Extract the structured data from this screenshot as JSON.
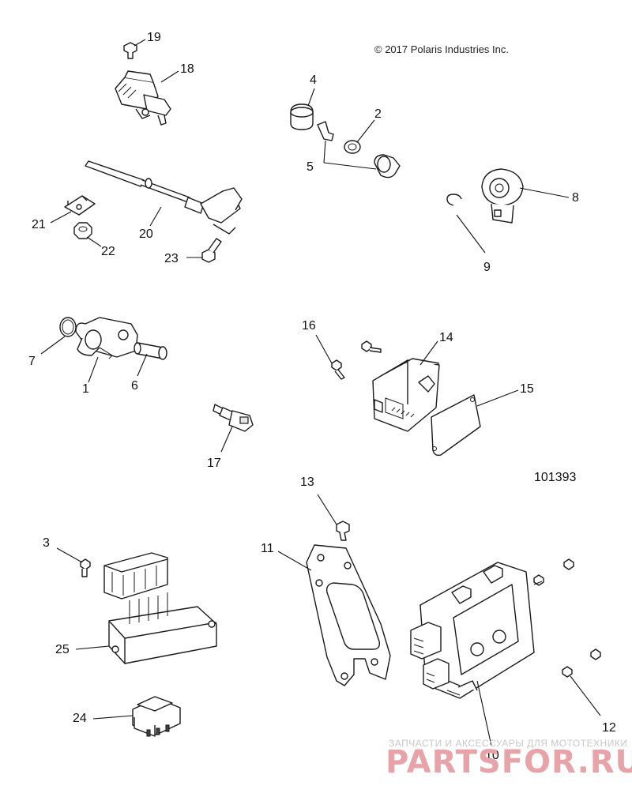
{
  "copyright": "© 2017 Polaris Industries Inc.",
  "figure_number": "101393",
  "watermark": {
    "tagline": "ЗАПЧАСТИ И АКСЕССУАРЫ ДЛЯ МОТОТЕХНИКИ",
    "logo": "PARTSFOR.RU"
  },
  "callouts": {
    "c1": "1",
    "c2": "2",
    "c3": "3",
    "c4": "4",
    "c5": "5",
    "c6": "6",
    "c7": "7",
    "c8": "8",
    "c9": "9",
    "c10": "10",
    "c11": "11",
    "c12": "12",
    "c13": "13",
    "c14": "14",
    "c15": "15",
    "c16": "16",
    "c17": "17",
    "c18": "18",
    "c19": "19",
    "c20": "20",
    "c21": "21",
    "c22": "22",
    "c23": "23",
    "c24": "24",
    "c25": "25"
  }
}
